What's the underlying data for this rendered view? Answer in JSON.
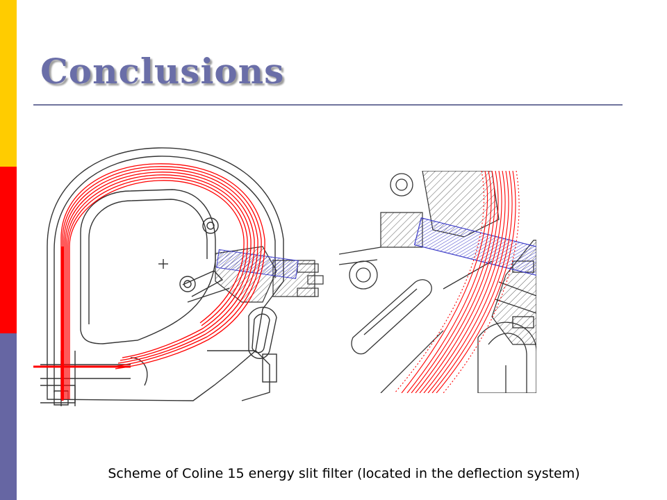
{
  "slide": {
    "title": "Conclusions",
    "caption": "Scheme of Coline 15 energy slit filter (located in the deflection system)",
    "colors": {
      "bar_top": "#ffcc00",
      "bar_middle": "#ff0000",
      "bar_bottom": "#6666a3",
      "title": "#6a6ea8",
      "rule": "#6f739c",
      "beam": "#ff0000",
      "slit": "#6b6bdc",
      "line": "#333333"
    },
    "figures": [
      {
        "name": "deflection-system-overview-drawing"
      },
      {
        "name": "energy-slit-detail-drawing"
      }
    ]
  }
}
